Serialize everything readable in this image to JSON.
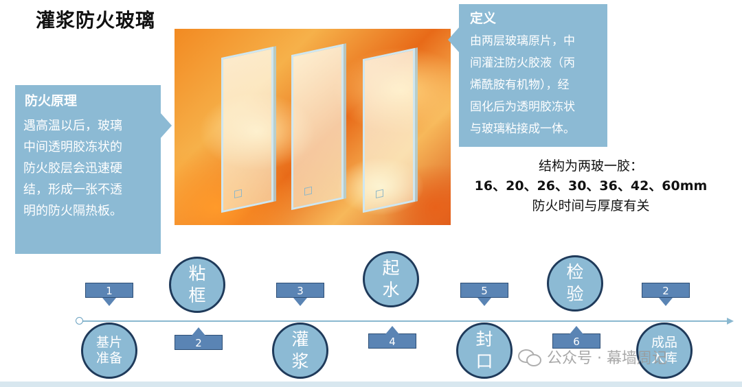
{
  "title": "灌浆防火玻璃",
  "definition": {
    "heading": "定义",
    "text": "由两层玻璃原片，中间灌注防火胶液（丙烯酰胺有机物），经固化后为透明胶冻状与玻璃粘接成一体。",
    "lines": [
      "由两层玻璃原片，中",
      "间灌注防火胶液（丙",
      "烯酰胺有机物），经",
      "固化后为透明胶冻状",
      "与玻璃粘接成一体。"
    ]
  },
  "principle": {
    "heading": "防火原理",
    "lines": [
      "遇高温以后，玻璃",
      "中间透明胶冻状的",
      "防火胶层会迅速硬",
      "结，形成一张不透",
      "明的防火隔热板。"
    ]
  },
  "structure": {
    "line1": "结构为两玻一胶：",
    "sizes": "16、20、26、30、36、42、60mm",
    "line3": "防火时间与厚度有关"
  },
  "process": {
    "steps": [
      {
        "label": "基片准备",
        "lines": [
          "基片",
          "准备"
        ],
        "tag": "1"
      },
      {
        "label": "粘框",
        "lines": [
          "粘",
          "框"
        ],
        "tag": "2"
      },
      {
        "label": "灌浆",
        "lines": [
          "灌",
          "浆"
        ],
        "tag": "3"
      },
      {
        "label": "起水",
        "lines": [
          "起",
          "水"
        ],
        "tag": "4"
      },
      {
        "label": "封口",
        "lines": [
          "封",
          "口"
        ],
        "tag": "5"
      },
      {
        "label": "检验",
        "lines": [
          "检",
          "验"
        ],
        "tag": "6"
      },
      {
        "label": "成品入库",
        "lines": [
          "成品",
          "入库"
        ],
        "tag": "2"
      }
    ]
  },
  "watermark": "公众号 · 幕墙周记",
  "colors": {
    "box": "#8cbad4",
    "tag": "#5a84b4",
    "circle_border": "#1f3a5a"
  }
}
